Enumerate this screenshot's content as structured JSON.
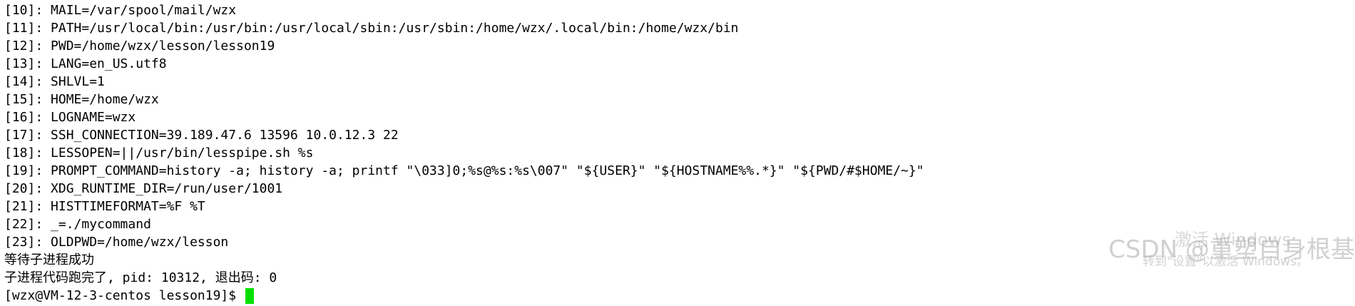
{
  "terminal": {
    "lines": [
      "[10]: MAIL=/var/spool/mail/wzx",
      "[11]: PATH=/usr/local/bin:/usr/bin:/usr/local/sbin:/usr/sbin:/home/wzx/.local/bin:/home/wzx/bin",
      "[12]: PWD=/home/wzx/lesson/lesson19",
      "[13]: LANG=en_US.utf8",
      "[14]: SHLVL=1",
      "[15]: HOME=/home/wzx",
      "[16]: LOGNAME=wzx",
      "[17]: SSH_CONNECTION=39.189.47.6 13596 10.0.12.3 22",
      "[18]: LESSOPEN=||/usr/bin/lesspipe.sh %s",
      "[19]: PROMPT_COMMAND=history -a; history -a; printf \"\\033]0;%s@%s:%s\\007\" \"${USER}\" \"${HOSTNAME%%.*}\" \"${PWD/#$HOME/~}\"",
      "[20]: XDG_RUNTIME_DIR=/run/user/1001",
      "[21]: HISTTIMEFORMAT=%F %T",
      "[22]: _=./mycommand",
      "[23]: OLDPWD=/home/wzx/lesson",
      "等待子进程成功",
      "子进程代码跑完了, pid: 10312, 退出码: 0"
    ],
    "prompt": "[wzx@VM-12-3-centos lesson19]$ ",
    "cursor_color": "#00e000"
  },
  "overlay": {
    "watermark": "CSDN @重塑自身根基",
    "activate_title": "激活 Windows",
    "activate_sub": "转到\"设置\"以激活 Windows。"
  }
}
